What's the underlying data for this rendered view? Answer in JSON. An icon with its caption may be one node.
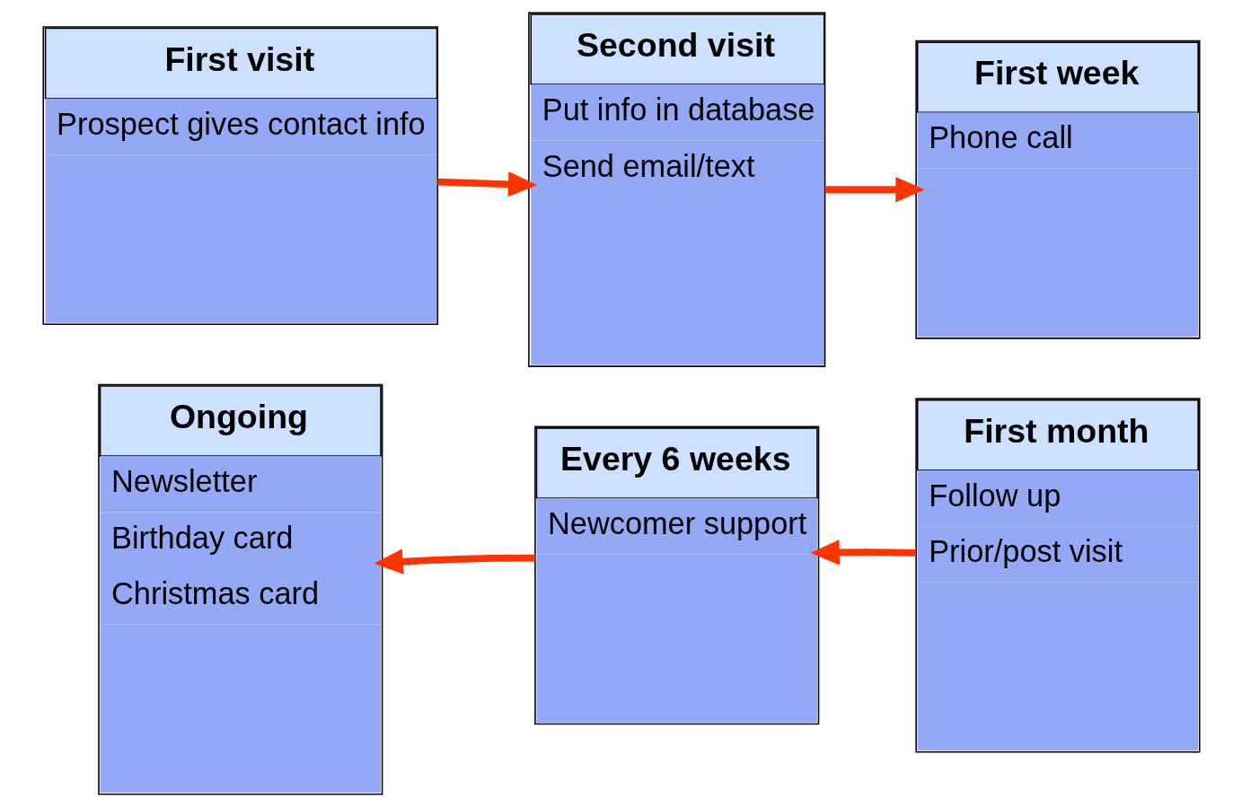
{
  "diagram": {
    "nodes": [
      {
        "text": [
          "First visit",
          "Prospect gives contact info"
        ]
      },
      {
        "text": [
          "Second visit",
          "Put info in database",
          "Send email/text"
        ]
      },
      {
        "text": [
          "First week",
          "Phone call"
        ]
      },
      {
        "text": [
          "Ongoing",
          "Newsletter",
          "Birthday card",
          "Christmas card"
        ]
      },
      {
        "text": [
          "Every 6 weeks",
          "Newcomer support"
        ]
      },
      {
        "text": [
          "First month",
          "Follow up",
          "Prior/post visit"
        ]
      }
    ],
    "edges": [
      {
        "from": 0,
        "to": 1,
        "arrow": "to"
      },
      {
        "from": 1,
        "to": 2,
        "arrow": "to"
      },
      {
        "from": 5,
        "to": 4,
        "arrow": "to"
      },
      {
        "from": 4,
        "to": 3,
        "arrow": "to"
      }
    ]
  }
}
